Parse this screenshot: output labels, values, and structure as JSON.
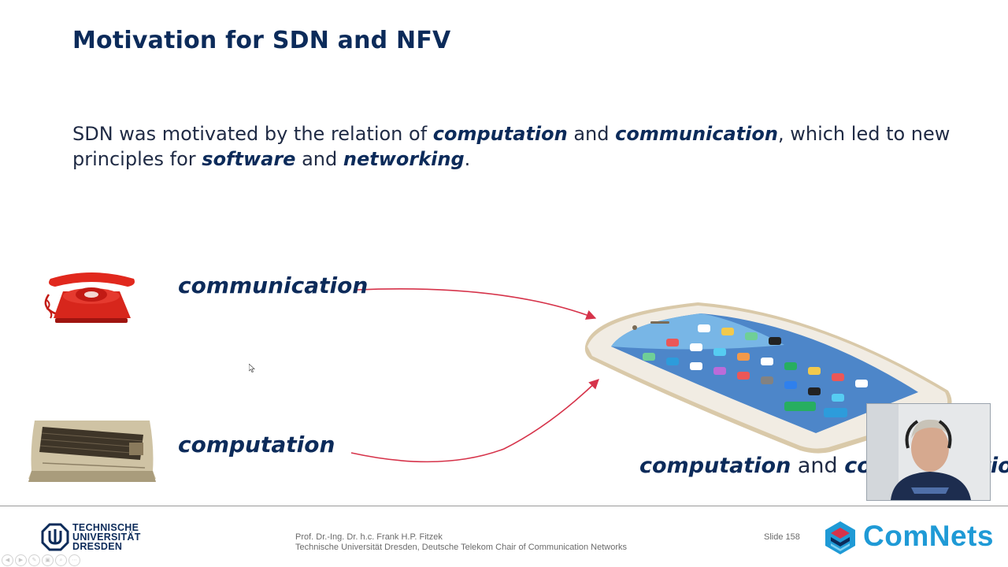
{
  "slide": {
    "title": "Motivation for SDN and NFV",
    "intro": {
      "t1": "SDN was motivated by the relation of ",
      "e1": "computation",
      "t2": " and ",
      "e2": "communication",
      "t3": ", which led to new principles for ",
      "e3": "software",
      "t4": " and ",
      "e4": "networking",
      "t5": "."
    },
    "labels": {
      "communication": "communication",
      "computation": "computation",
      "combined_e1": "computation",
      "combined_and": " and ",
      "combined_e2": "communication"
    }
  },
  "footer": {
    "university_line1": "TECHNISCHE",
    "university_line2": "UNIVERSITÄT",
    "university_line3": "DRESDEN",
    "author": "Prof. Dr.-Ing. Dr. h.c. Frank H.P. Fitzek",
    "affiliation": "Technische Universität Dresden, Deutsche Telekom Chair of Communication Networks",
    "slide_number": "Slide 158",
    "brand": "ComNets"
  },
  "colors": {
    "title": "#0c2b5a",
    "arrow": "#d6334a",
    "brand": "#1f9ad6"
  },
  "icons": [
    "telephone-image",
    "computer-image",
    "smartphone-image",
    "webcam-video",
    "tud-logo-icon",
    "comnets-logo-icon",
    "cursor-icon"
  ]
}
